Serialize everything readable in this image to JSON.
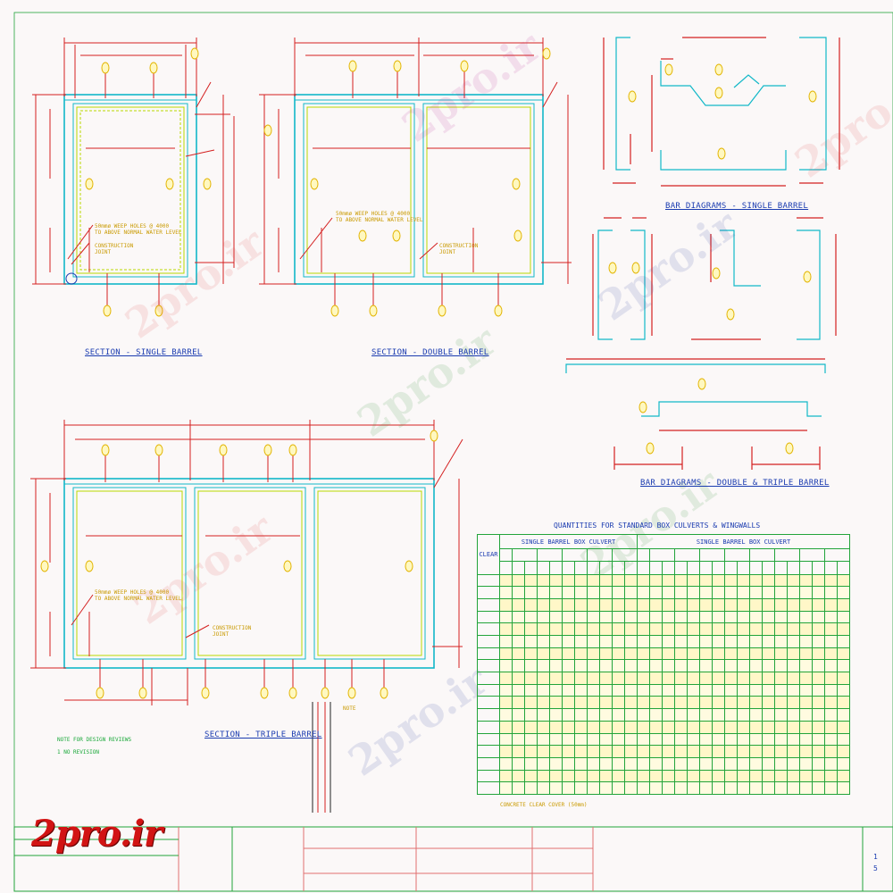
{
  "sections": {
    "single": "SECTION - SINGLE BARREL",
    "double": "SECTION - DOUBLE BARREL",
    "triple": "SECTION - TRIPLE BARREL"
  },
  "bar_diagrams": {
    "single": "BAR DIAGRAMS - SINGLE BARREL",
    "double_triple": "BAR DIAGRAMS - DOUBLE & TRIPLE BARREL"
  },
  "table": {
    "title": "QUANTITIES FOR STANDARD BOX CULVERTS & WINGWALLS",
    "clear": "CLEAR",
    "group_left": "SINGLE BARREL BOX CULVERT",
    "group_right": "SINGLE BARREL BOX CULVERT"
  },
  "notes": {
    "construction_joint": "CONSTRUCTION\nJOINT",
    "weep_holes": "50mmø WEEP HOLES @ 4000\nTO ABOVE NORMAL WATER LEVEL",
    "note_design": "NOTE FOR DESIGN REVIEWS",
    "no_revision": "1  NO REVISION",
    "note_header": "NOTE",
    "concrete_cover": "CONCRETE CLEAR COVER (50mm)"
  },
  "brand": "2pro.ir",
  "sheet": {
    "num": "1",
    "of": "5"
  },
  "watermark": "2pro.ir",
  "colors": {
    "dim": "#d42020",
    "concrete": "#12b8c8",
    "rebar": "#b8d800",
    "bar": "#e2b400",
    "label": "#1a3bb0",
    "grid": "#22a43a"
  }
}
